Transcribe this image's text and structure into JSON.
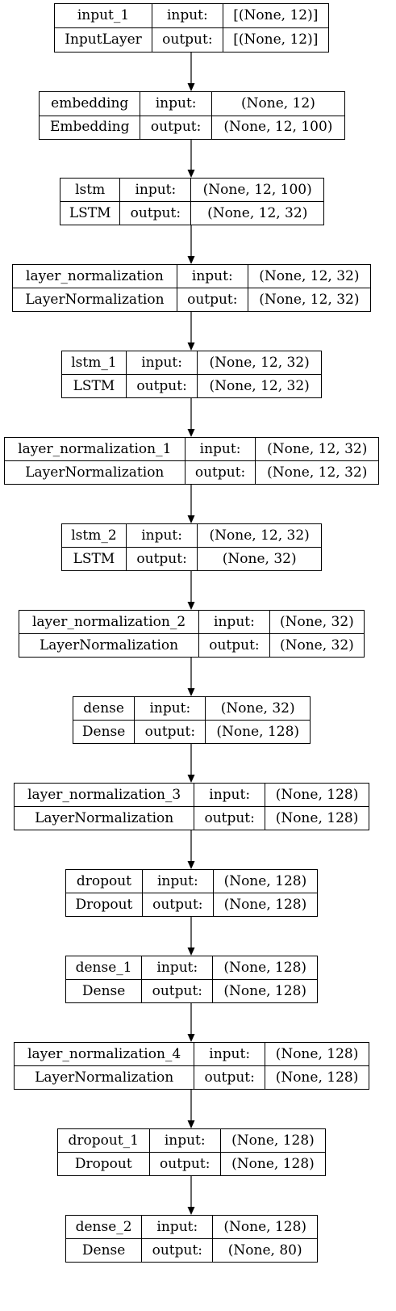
{
  "layers": [
    {
      "name": "input_1",
      "type": "InputLayer",
      "input_label": "input:",
      "output_label": "output:",
      "input_shape": "[(None, 12)]",
      "output_shape": "[(None, 12)]"
    },
    {
      "name": "embedding",
      "type": "Embedding",
      "input_label": "input:",
      "output_label": "output:",
      "input_shape": "(None, 12)",
      "output_shape": "(None, 12, 100)"
    },
    {
      "name": "lstm",
      "type": "LSTM",
      "input_label": "input:",
      "output_label": "output:",
      "input_shape": "(None, 12, 100)",
      "output_shape": "(None, 12, 32)"
    },
    {
      "name": "layer_normalization",
      "type": "LayerNormalization",
      "input_label": "input:",
      "output_label": "output:",
      "input_shape": "(None, 12, 32)",
      "output_shape": "(None, 12, 32)"
    },
    {
      "name": "lstm_1",
      "type": "LSTM",
      "input_label": "input:",
      "output_label": "output:",
      "input_shape": "(None, 12, 32)",
      "output_shape": "(None, 12, 32)"
    },
    {
      "name": "layer_normalization_1",
      "type": "LayerNormalization",
      "input_label": "input:",
      "output_label": "output:",
      "input_shape": "(None, 12, 32)",
      "output_shape": "(None, 12, 32)"
    },
    {
      "name": "lstm_2",
      "type": "LSTM",
      "input_label": "input:",
      "output_label": "output:",
      "input_shape": "(None, 12, 32)",
      "output_shape": "(None, 32)"
    },
    {
      "name": "layer_normalization_2",
      "type": "LayerNormalization",
      "input_label": "input:",
      "output_label": "output:",
      "input_shape": "(None, 32)",
      "output_shape": "(None, 32)"
    },
    {
      "name": "dense",
      "type": "Dense",
      "input_label": "input:",
      "output_label": "output:",
      "input_shape": "(None, 32)",
      "output_shape": "(None, 128)"
    },
    {
      "name": "layer_normalization_3",
      "type": "LayerNormalization",
      "input_label": "input:",
      "output_label": "output:",
      "input_shape": "(None, 128)",
      "output_shape": "(None, 128)"
    },
    {
      "name": "dropout",
      "type": "Dropout",
      "input_label": "input:",
      "output_label": "output:",
      "input_shape": "(None, 128)",
      "output_shape": "(None, 128)"
    },
    {
      "name": "dense_1",
      "type": "Dense",
      "input_label": "input:",
      "output_label": "output:",
      "input_shape": "(None, 128)",
      "output_shape": "(None, 128)"
    },
    {
      "name": "layer_normalization_4",
      "type": "LayerNormalization",
      "input_label": "input:",
      "output_label": "output:",
      "input_shape": "(None, 128)",
      "output_shape": "(None, 128)"
    },
    {
      "name": "dropout_1",
      "type": "Dropout",
      "input_label": "input:",
      "output_label": "output:",
      "input_shape": "(None, 128)",
      "output_shape": "(None, 128)"
    },
    {
      "name": "dense_2",
      "type": "Dense",
      "input_label": "input:",
      "output_label": "output:",
      "input_shape": "(None, 128)",
      "output_shape": "(None, 80)"
    }
  ],
  "edges": [
    {
      "from": "input_1",
      "to": "embedding"
    },
    {
      "from": "embedding",
      "to": "lstm"
    },
    {
      "from": "lstm",
      "to": "layer_normalization"
    },
    {
      "from": "layer_normalization",
      "to": "lstm_1"
    },
    {
      "from": "lstm_1",
      "to": "layer_normalization_1"
    },
    {
      "from": "layer_normalization_1",
      "to": "lstm_2"
    },
    {
      "from": "lstm_2",
      "to": "layer_normalization_2"
    },
    {
      "from": "layer_normalization_2",
      "to": "dense"
    },
    {
      "from": "dense",
      "to": "layer_normalization_3"
    },
    {
      "from": "layer_normalization_3",
      "to": "dropout"
    },
    {
      "from": "dropout",
      "to": "dense_1"
    },
    {
      "from": "dense_1",
      "to": "layer_normalization_4"
    },
    {
      "from": "layer_normalization_4",
      "to": "dropout_1"
    },
    {
      "from": "dropout_1",
      "to": "dense_2"
    }
  ],
  "colors": {
    "stroke": "#000000",
    "background": "#ffffff"
  }
}
